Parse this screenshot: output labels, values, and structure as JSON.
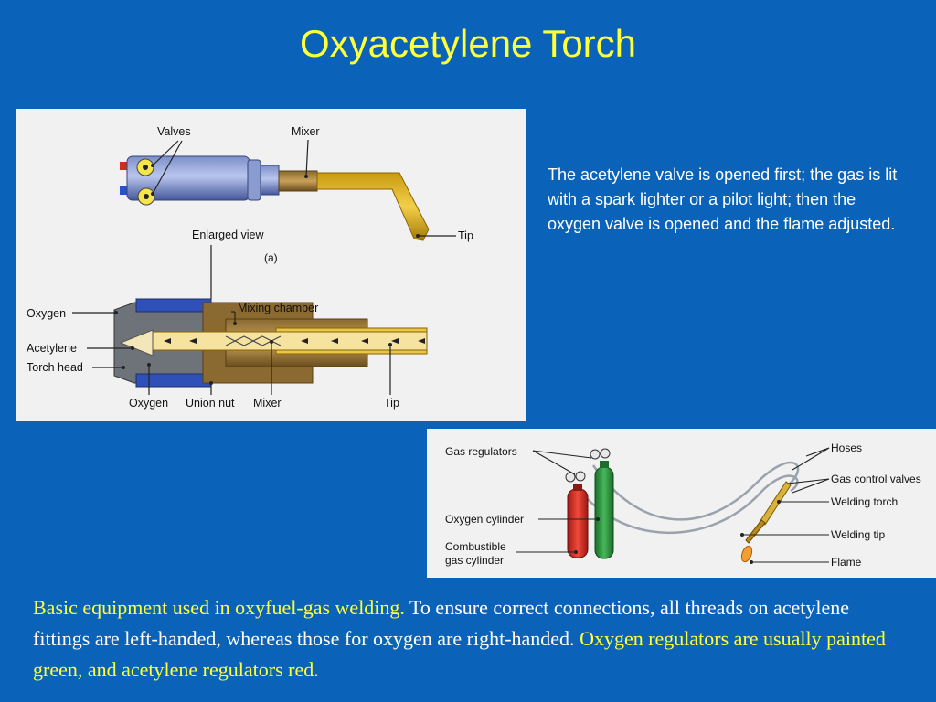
{
  "title": "Oxyacetylene Torch",
  "description": "The acetylene valve is opened first; the gas is lit with a spark lighter or a pilot light; then the oxygen valve is opened and the flame adjusted.",
  "caption": {
    "part1": "Basic equipment used in oxyfuel-gas welding.",
    "part2": " To ensure correct connections, all threads on acetylene fittings are left-handed, whereas those for oxygen are right-handed.",
    "part3": " Oxygen regulators are usually painted green, and acetylene regulators red."
  },
  "diagram_a": {
    "labels": {
      "valves": "Valves",
      "mixer_top": "Mixer",
      "tip_top": "Tip",
      "enlarged_view": "Enlarged view",
      "panel_id": "(a)",
      "mixing_chamber": "Mixing chamber",
      "oxygen_left": "Oxygen",
      "acetylene": "Acetylene",
      "torch_head": "Torch head",
      "oxygen_bottom": "Oxygen",
      "union_nut": "Union nut",
      "mixer_bottom": "Mixer",
      "tip_bottom": "Tip"
    }
  },
  "diagram_b": {
    "labels": {
      "gas_regulators": "Gas regulators",
      "oxygen_cylinder": "Oxygen cylinder",
      "combustible_1": "Combustible",
      "combustible_2": "gas cylinder",
      "hoses": "Hoses",
      "gas_control_valves": "Gas control valves",
      "welding_torch": "Welding torch",
      "welding_tip": "Welding tip",
      "flame": "Flame"
    }
  },
  "colors": {
    "background": "#0a63b8",
    "highlight_text": "#ffff3a",
    "oxygen_cylinder": "#2a9a3a",
    "acetylene_cylinder": "#d42a22"
  }
}
